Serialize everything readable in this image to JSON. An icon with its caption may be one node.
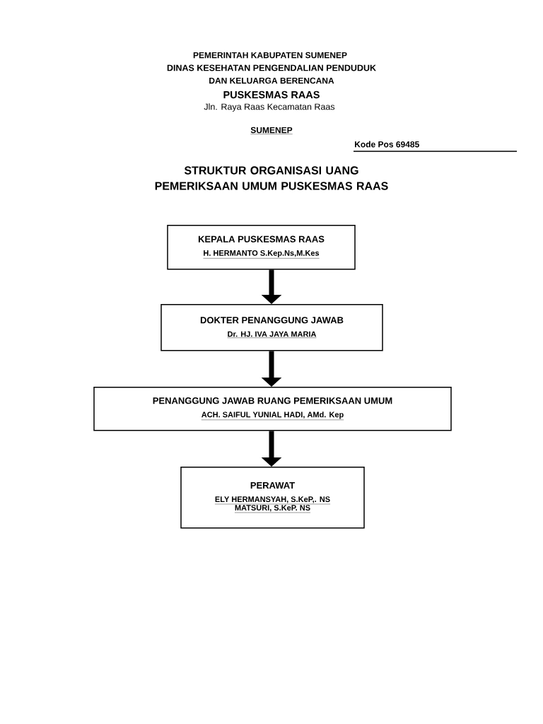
{
  "diagram": {
    "title": "STRUKTUR ORGANISASI UANG PEMERIKSAAN UMUM PUSKESMAS RAAS",
    "nodes": [
      {
        "text": [
          "KEPALA PUSKESMAS RAAS",
          "H. HERMANTO S.Kep.Ns,M.Kes"
        ]
      },
      {
        "text": [
          "DOKTER PENANGGUNG JAWAB",
          "Dr. HJ. IVA JAYA MARIA"
        ]
      },
      {
        "text": [
          "PENANGGUNG JAWAB RUANG PEMERIKSAAN UMUM",
          "ACH. SAIFUL YUNIAL HADI, AMd. Kep"
        ]
      },
      {
        "text": [
          "PERAWAT",
          "ELY HERMANSYAH, S.KeP,. NS",
          "MATSURI, S.KeP. NS"
        ]
      }
    ],
    "edges": [
      {
        "from": 0,
        "to": 1,
        "arrow": "to"
      },
      {
        "from": 1,
        "to": 2,
        "arrow": "to"
      },
      {
        "from": 2,
        "to": 3,
        "arrow": "to"
      }
    ],
    "labels": [
      "PEMERINTAH KABUPATEN SUMENEP",
      "DINAS KESEHATAN PENGENDALIAN PENDUDUK",
      "DAN KELUARGA BERENCANA",
      "PUSKESMAS RAAS",
      "Jln. Raya Raas Kecamatan Raas",
      "SUMENEP",
      "Kode Pos 69485"
    ]
  }
}
